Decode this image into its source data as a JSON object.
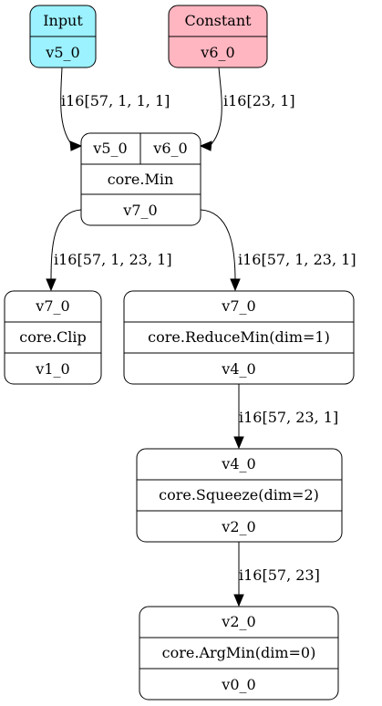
{
  "colors": {
    "input_fill": "#9cf2ff",
    "constant_fill": "#ffb6c1",
    "op_fill": "#ffffff",
    "stroke": "#000000"
  },
  "nodes": {
    "input": {
      "title": "Input",
      "output": "v5_0"
    },
    "constant": {
      "title": "Constant",
      "output": "v6_0"
    },
    "min": {
      "input_a": "v5_0",
      "input_b": "v6_0",
      "op": "core.Min",
      "output": "v7_0"
    },
    "clip": {
      "input": "v7_0",
      "op": "core.Clip",
      "output": "v1_0"
    },
    "reducemin": {
      "input": "v7_0",
      "op": "core.ReduceMin(dim=1)",
      "output": "v4_0"
    },
    "squeeze": {
      "input": "v4_0",
      "op": "core.Squeeze(dim=2)",
      "output": "v2_0"
    },
    "argmin": {
      "input": "v2_0",
      "op": "core.ArgMin(dim=0)",
      "output": "v0_0"
    }
  },
  "edges": {
    "input_to_min": "i16[57, 1, 1, 1]",
    "constant_to_min": "i16[23, 1]",
    "min_to_clip": "i16[57, 1, 23, 1]",
    "min_to_reducemin": "i16[57, 1, 23, 1]",
    "reducemin_to_squeeze": "i16[57, 23, 1]",
    "squeeze_to_argmin": "i16[57, 23]"
  }
}
